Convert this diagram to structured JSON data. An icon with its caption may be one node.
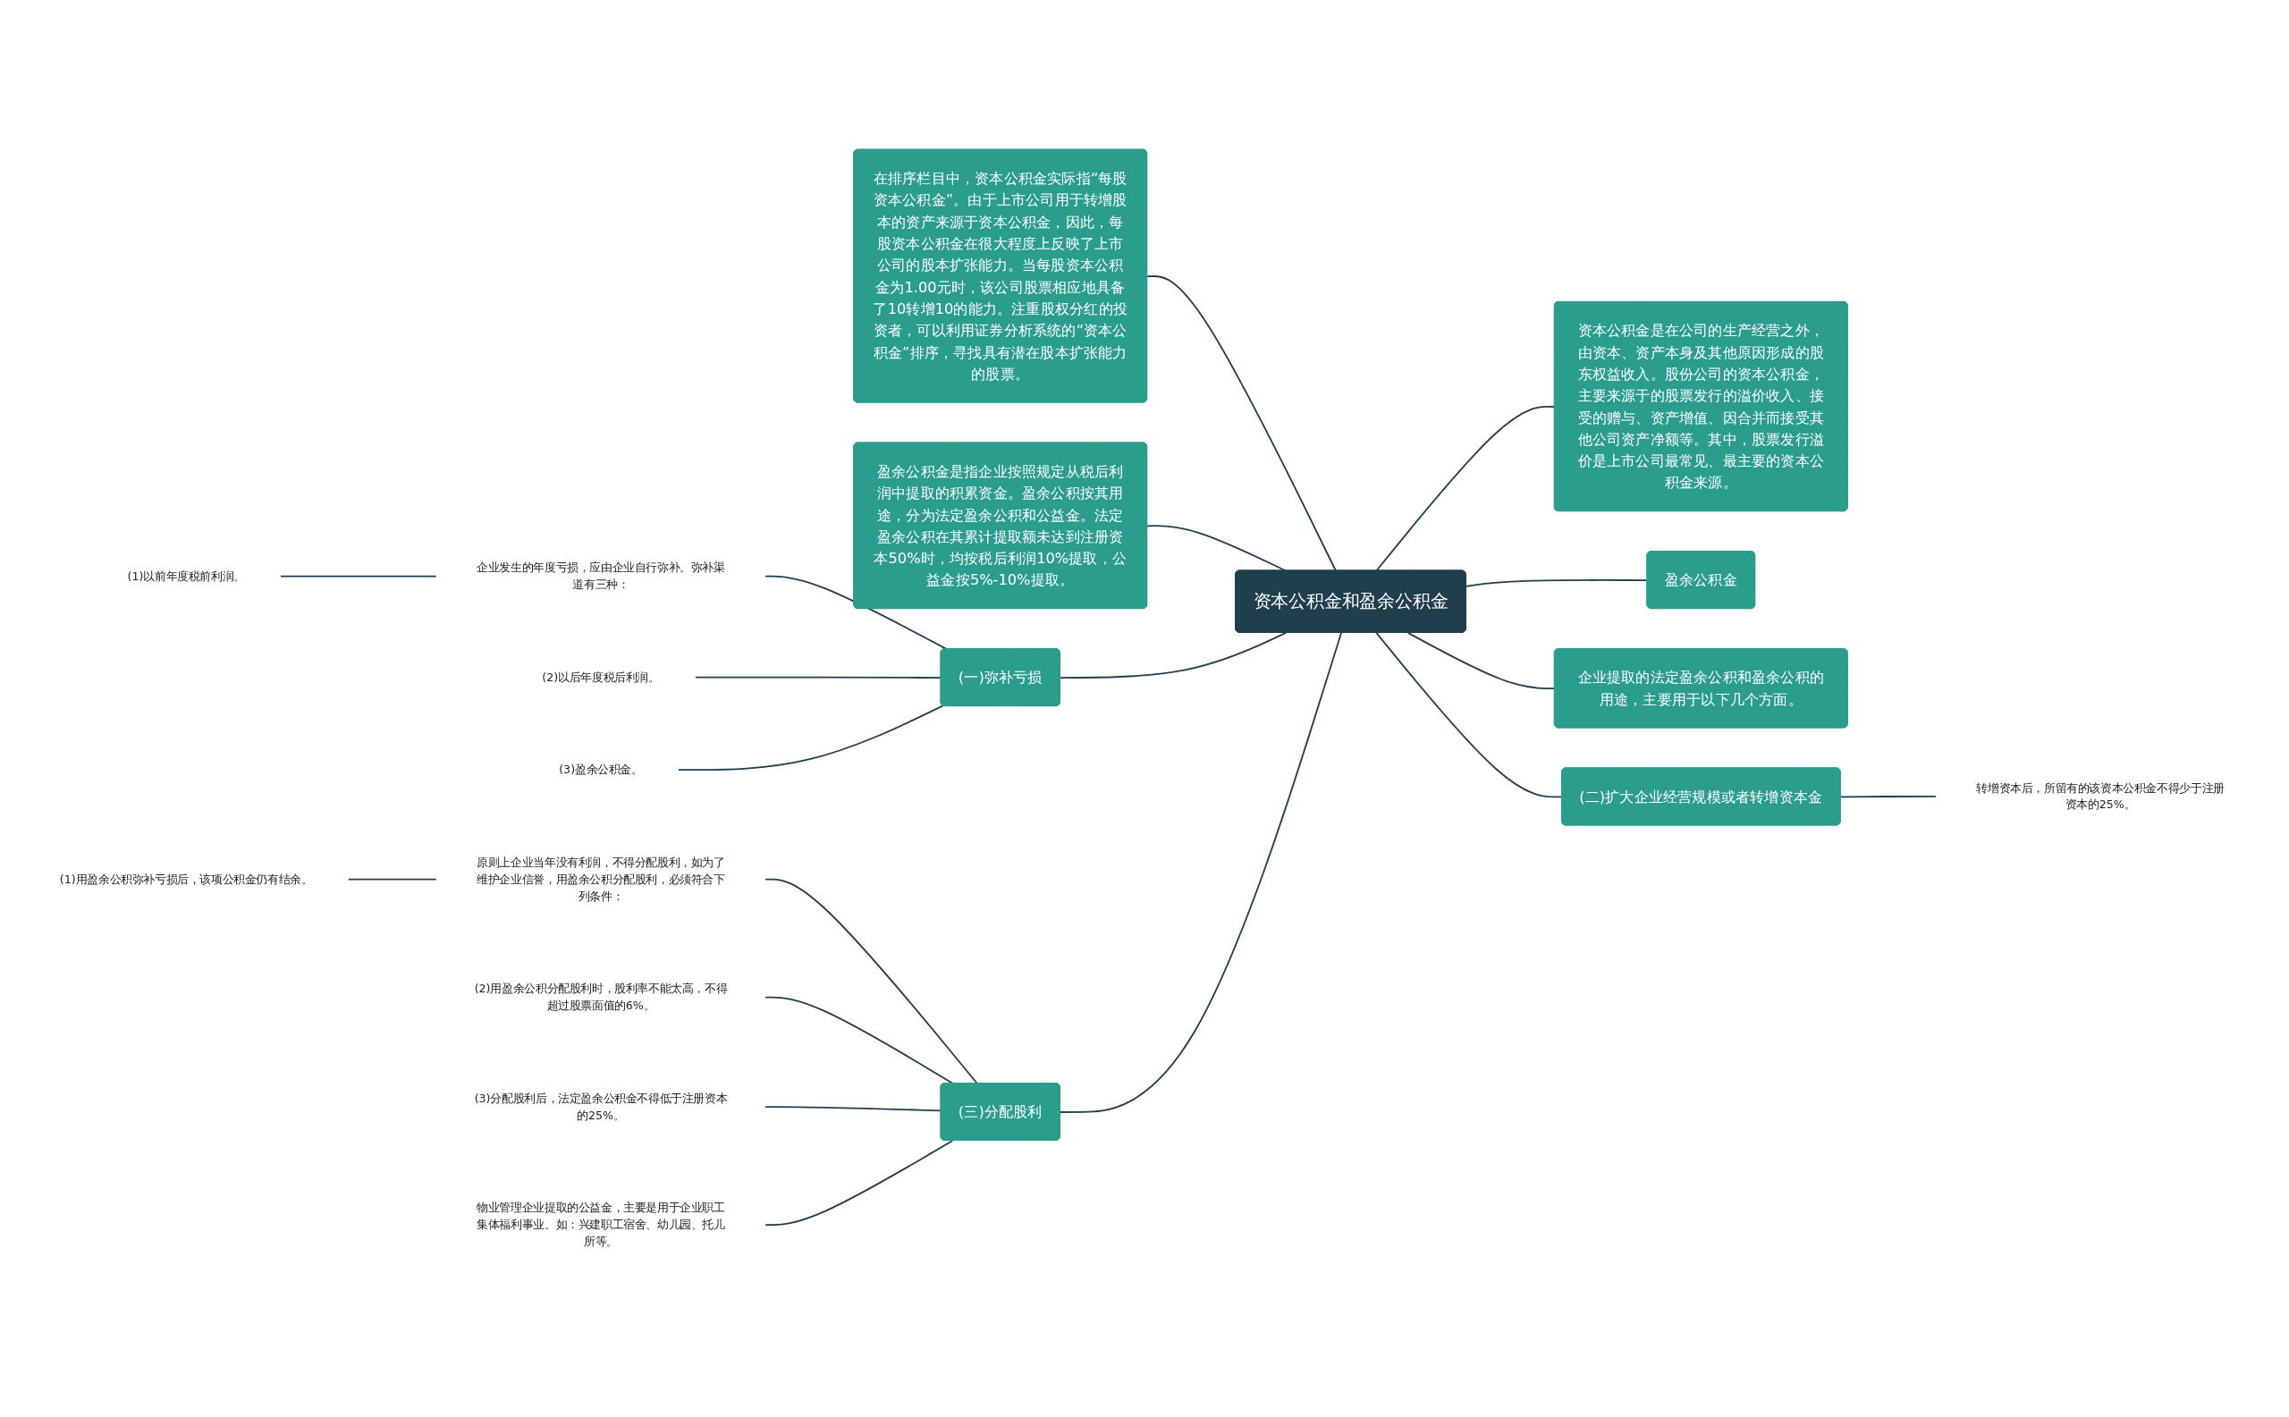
{
  "diagram": {
    "nodes": [
      {
        "text": [
          "资本公积金和盈余公积金"
        ]
      },
      {
        "text": [
          "在排序栏目中，资本公积金实际指“每股资本公积金”。由于上市公司用于转增股本的资产来源于资本公积金，因此，每股资本公积金在很大程度上反映了上市公司的股本扩张能力。当每股资本公积金为1.00元时，该公司股票相应地具备了10转增10的能力。注重股权分红的投资者，可以利用证券分析系统的“资本公积金”排序，寻找具有潜在股本扩张能力的股票。"
        ]
      },
      {
        "text": [
          "盈余公积金是指企业按照规定从税后利润中提取的积累资金。盈余公积按其用途，分为法定盈余公积和公益金。法定盈余公积在其累计提取额未达到注册资本50%时，均按税后利润10%提取，公益金按5%-10%提取。"
        ]
      },
      {
        "text": [
          "(一)弥补亏损"
        ]
      },
      {
        "text": [
          "企业发生的年度亏损，应由企业自行弥补。弥补渠道有三种："
        ]
      },
      {
        "text": [
          "(1)以前年度税前利润。"
        ]
      },
      {
        "text": [
          "(2)以后年度税后利润。"
        ]
      },
      {
        "text": [
          "(3)盈余公积金。"
        ]
      },
      {
        "text": [
          "(三)分配股利"
        ]
      },
      {
        "text": [
          "原则上企业当年没有利润，不得分配股利，如为了维护企业信誉，用盈余公积分配股利，必须符合下列条件："
        ]
      },
      {
        "text": [
          "(1)用盈余公积弥补亏损后，该项公积金仍有结余。"
        ]
      },
      {
        "text": [
          "(2)用盈余公积分配股利时，股利率不能太高，不得超过股票面值的6%。"
        ]
      },
      {
        "text": [
          "(3)分配股利后，法定盈余公积金不得低于注册资本的25%。"
        ]
      },
      {
        "text": [
          "物业管理企业提取的公益金，主要是用于企业职工集体福利事业。如：兴建职工宿舍、幼儿园、托儿所等。"
        ]
      },
      {
        "text": [
          "资本公积金是在公司的生产经营之外，由资本、资产本身及其他原因形成的股东权益收入。股份公司的资本公积金，主要来源于的股票发行的溢价收入、接受的赠与、资产增值、因合并而接受其他公司资产净额等。其中，股票发行溢价是上市公司最常见、最主要的资本公积金来源。"
        ]
      },
      {
        "text": [
          "盈余公积金"
        ]
      },
      {
        "text": [
          "企业提取的法定盈余公积和盈余公积的用途，主要用于以下几个方面。"
        ]
      },
      {
        "text": [
          "(二)扩大企业经营规模或者转增资本金"
        ]
      },
      {
        "text": [
          "转增资本后，所留有的该资本公积金不得少于注册资本的25%。"
        ]
      }
    ],
    "edges": [
      {
        "from": 1,
        "to": 0,
        "arrow": "none"
      },
      {
        "from": 2,
        "to": 0,
        "arrow": "none"
      },
      {
        "from": 3,
        "to": 0,
        "arrow": "none"
      },
      {
        "from": 4,
        "to": 3,
        "arrow": "none"
      },
      {
        "from": 5,
        "to": 4,
        "arrow": "none"
      },
      {
        "from": 6,
        "to": 3,
        "arrow": "none"
      },
      {
        "from": 7,
        "to": 3,
        "arrow": "none"
      },
      {
        "from": 8,
        "to": 0,
        "arrow": "none"
      },
      {
        "from": 9,
        "to": 8,
        "arrow": "none"
      },
      {
        "from": 10,
        "to": 9,
        "arrow": "none"
      },
      {
        "from": 11,
        "to": 8,
        "arrow": "none"
      },
      {
        "from": 12,
        "to": 8,
        "arrow": "none"
      },
      {
        "from": 13,
        "to": 8,
        "arrow": "none"
      },
      {
        "from": 0,
        "to": 14,
        "arrow": "none"
      },
      {
        "from": 0,
        "to": 15,
        "arrow": "none"
      },
      {
        "from": 0,
        "to": 16,
        "arrow": "none"
      },
      {
        "from": 0,
        "to": 17,
        "arrow": "none"
      },
      {
        "from": 17,
        "to": 18,
        "arrow": "none"
      }
    ]
  }
}
